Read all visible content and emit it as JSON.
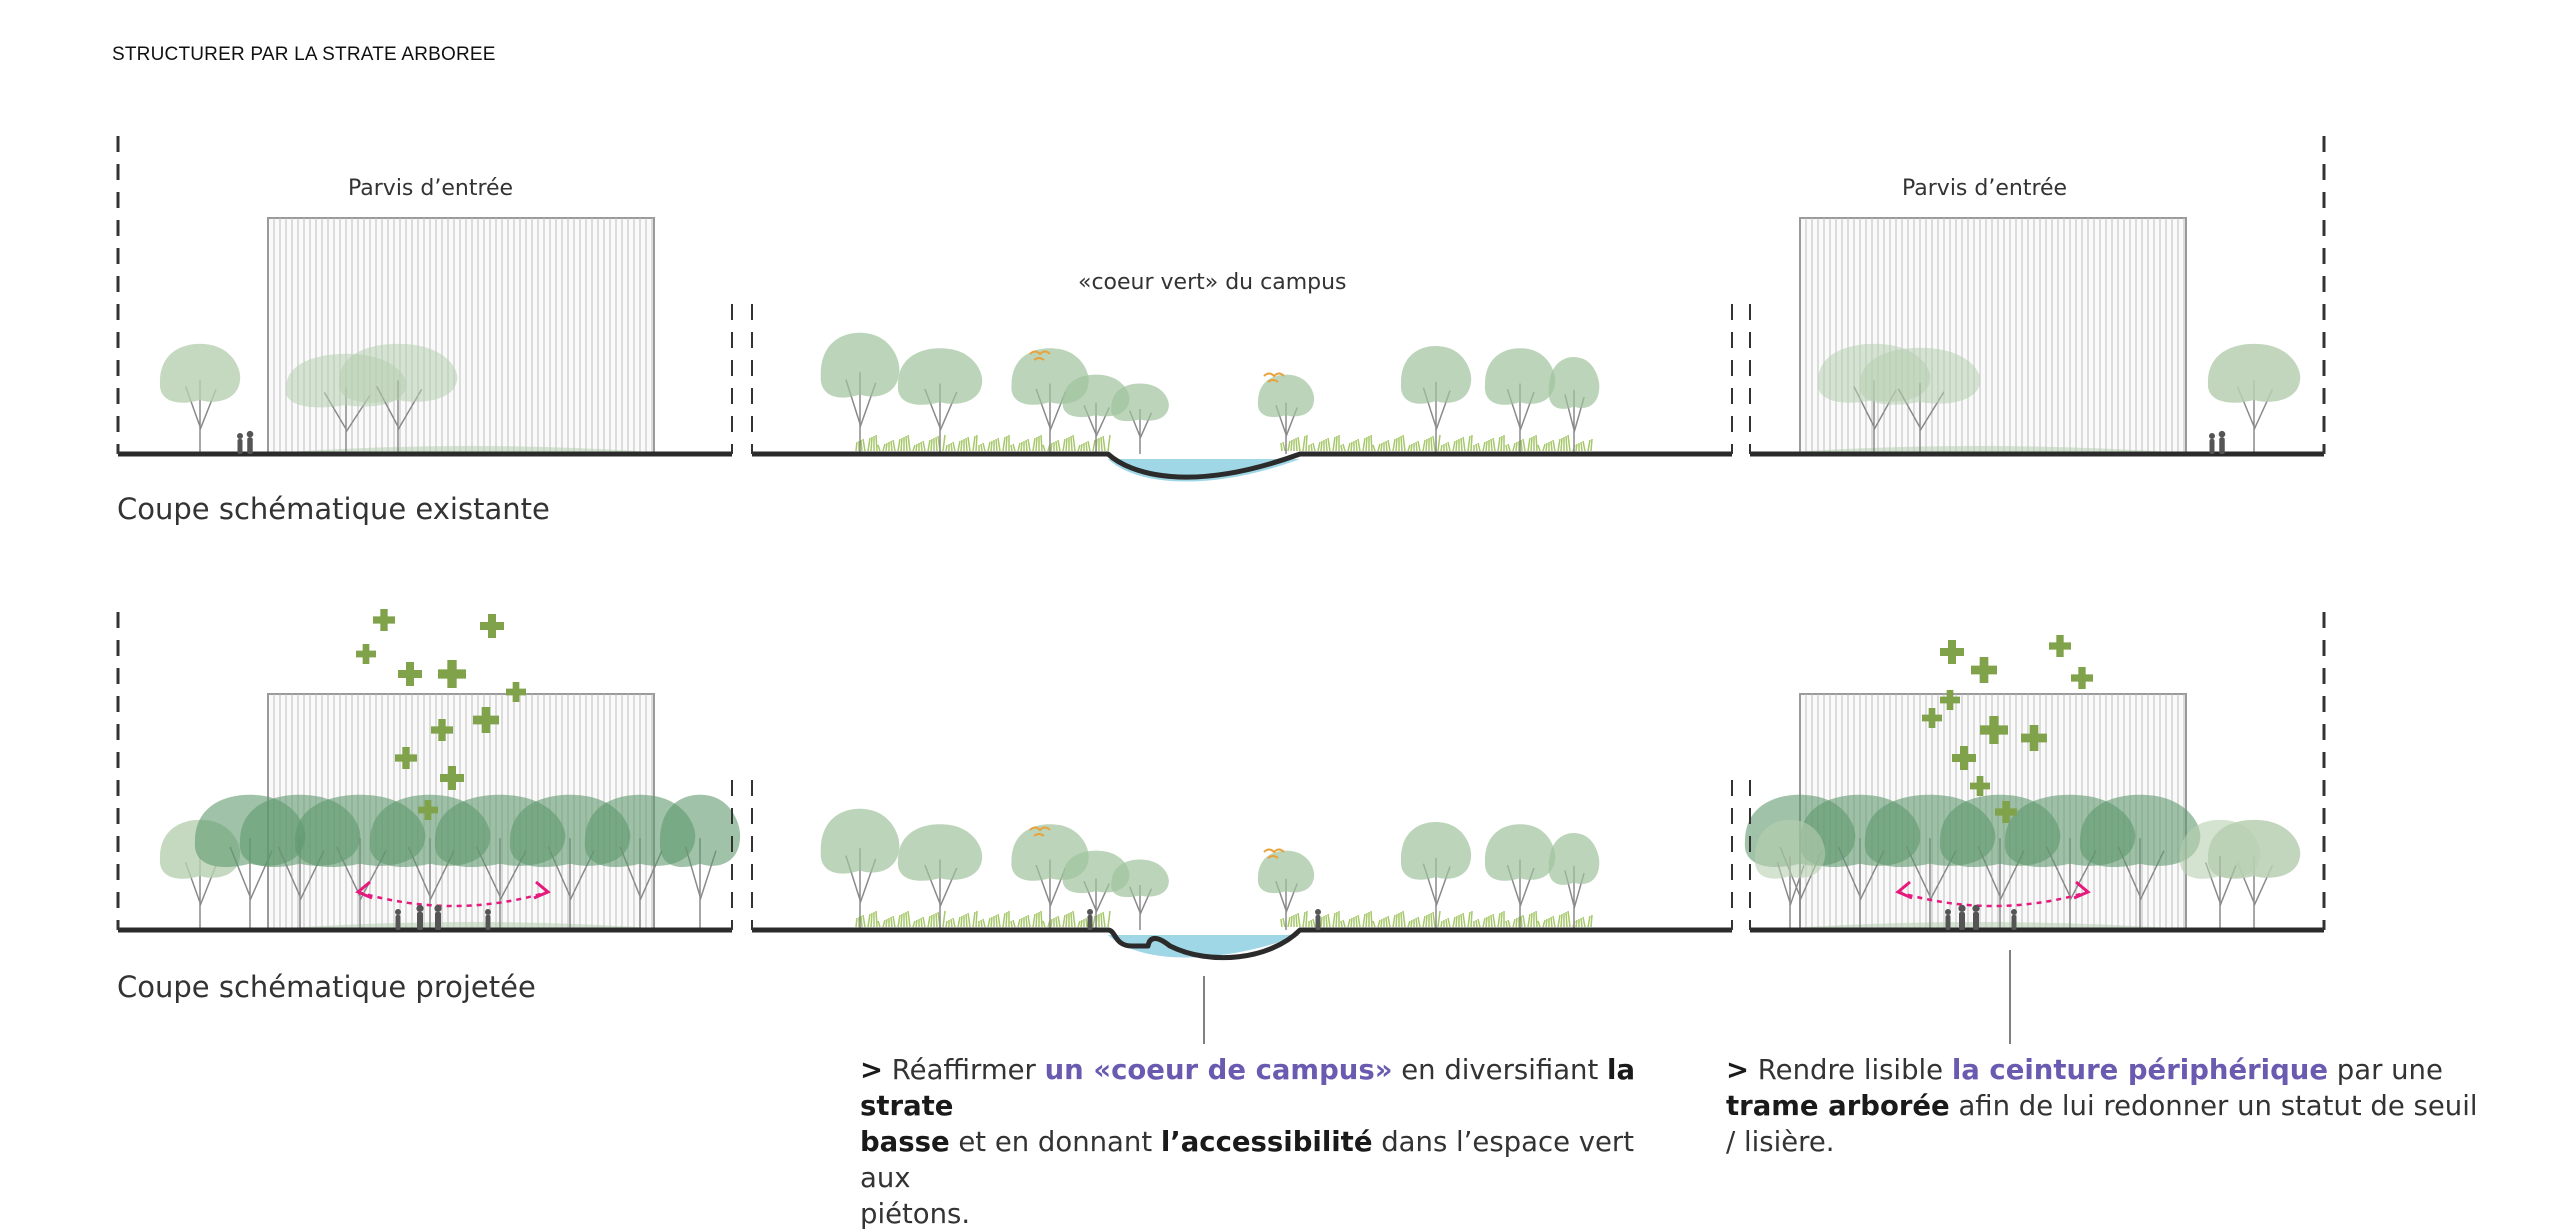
{
  "title": "STRUCTURER PAR LA STRATE ARBOREE",
  "labels": {
    "entrance_left": "Parvis d’entrée",
    "entrance_right": "Parvis d’entrée",
    "green_heart": "«coeur vert» du campus"
  },
  "captions": {
    "existing": "Coupe schématique existante",
    "projected": "Coupe schématique projetée"
  },
  "notes": {
    "center": {
      "arrow": ">",
      "t1": " Réaffirmer ",
      "h1": "un «coeur de campus»",
      "t2": " en diversifiant ",
      "b1": "la strate",
      "b2": "basse",
      "t3": " et en donnant ",
      "b3": "l’accessibilité",
      "t4": " dans l’espace vert aux",
      "t5": "piétons."
    },
    "right": {
      "arrow": ">",
      "t1": " Rendre lisible ",
      "h1": "la ceinture périphérique",
      "t2": " par une",
      "b1": "trame arborée",
      "t3": " afin de lui redonner un statut de seuil",
      "t4": "/ lisière."
    }
  },
  "colors": {
    "ground": "#2b2b2b",
    "tree_light": "#b7cfb1",
    "tree_mid": "#9fc39d",
    "tree_dark": "#5f9a6e",
    "water": "#8fd0e2",
    "grass": "#9cc25a",
    "plus": "#7fa24a",
    "flow_arrow": "#e6197d",
    "highlight": "#6a5bb0"
  }
}
